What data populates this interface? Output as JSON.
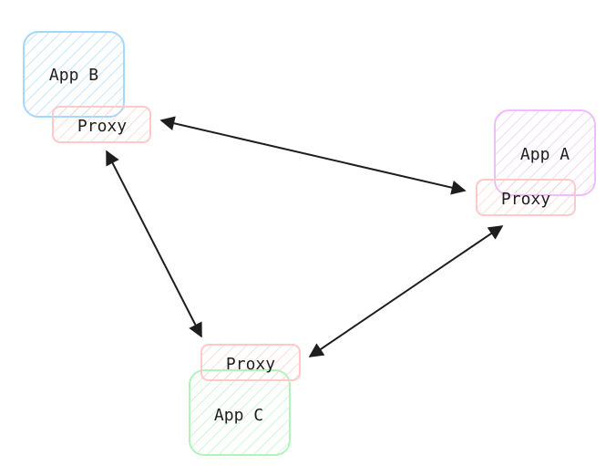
{
  "diagram": {
    "nodes": [
      {
        "id": "app-b",
        "label": "App B",
        "kind": "app",
        "color": "#a5d8ff"
      },
      {
        "id": "proxy-b",
        "label": "Proxy",
        "kind": "proxy",
        "color": "#ffc9c9"
      },
      {
        "id": "app-a",
        "label": "App A",
        "kind": "app",
        "color": "#eebefa"
      },
      {
        "id": "proxy-a",
        "label": "Proxy",
        "kind": "proxy",
        "color": "#ffc9c9"
      },
      {
        "id": "app-c",
        "label": "App C",
        "kind": "app",
        "color": "#b2f2bb"
      },
      {
        "id": "proxy-c",
        "label": "Proxy",
        "kind": "proxy",
        "color": "#ffc9c9"
      }
    ],
    "edges": [
      {
        "from": "proxy-b",
        "to": "proxy-a",
        "direction": "both"
      },
      {
        "from": "proxy-b",
        "to": "proxy-c",
        "direction": "both"
      },
      {
        "from": "proxy-c",
        "to": "proxy-a",
        "direction": "both"
      }
    ],
    "arrow_color": "#1e1e1e"
  }
}
